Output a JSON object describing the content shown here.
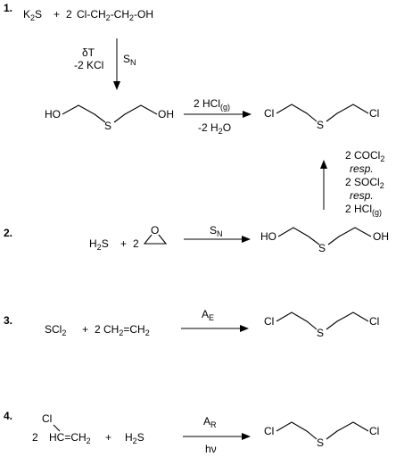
{
  "reactions": [
    {
      "number": "1.",
      "reactants": {
        "k2s": "K2S",
        "plus": "+",
        "coef": "2",
        "chlorohydrin": "Cl-CH2-CH2-OH"
      },
      "down_arrow": {
        "left_top": "δT",
        "left_bottom": "-2 KCl",
        "right": "SN"
      },
      "intermediate": {
        "left": "HO",
        "s": "S",
        "right": "OH"
      },
      "arrow_top": "2 HCl(g)",
      "arrow_bottom": "-2 H2O",
      "product": {
        "left": "Cl",
        "s": "S",
        "right": "Cl"
      }
    },
    {
      "number": "2.",
      "reactants": {
        "h2s": "H2S",
        "plus": "+",
        "coef": "2",
        "epoxide_o": "O"
      },
      "arrow_top": "SN",
      "product": {
        "left": "HO",
        "s": "S",
        "right": "OH"
      },
      "up_arrow": {
        "l1": "2 COCl2",
        "l2": "resp.",
        "l3": "2 SOCl2",
        "l4": "resp.",
        "l5": "2 HCl(g)"
      }
    },
    {
      "number": "3.",
      "reactants": {
        "scl2": "SCl2",
        "plus": "+",
        "ethylene": "2 CH2=CH2"
      },
      "arrow_top": "AE",
      "product": {
        "left": "Cl",
        "s": "S",
        "right": "Cl"
      }
    },
    {
      "number": "4.",
      "reactants": {
        "coef": "2",
        "vinyl_cl": "Cl",
        "vinyl_chain": "HC=CH2",
        "plus": "+",
        "h2s": "H2S"
      },
      "arrow_top": "AR",
      "arrow_bottom": "hν",
      "product": {
        "left": "Cl",
        "s": "S",
        "right": "Cl"
      }
    }
  ]
}
